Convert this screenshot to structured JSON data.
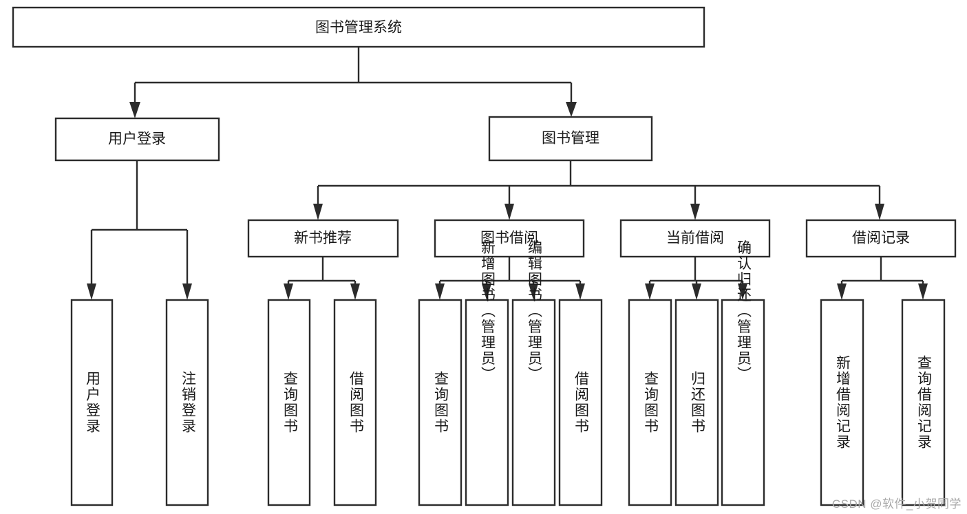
{
  "diagram": {
    "type": "tree-hierarchy",
    "orientation": "top-down",
    "root": {
      "label": "图书管理系统"
    },
    "level1": [
      {
        "label": "用户登录"
      },
      {
        "label": "图书管理"
      }
    ],
    "level2": [
      {
        "label": "新书推荐"
      },
      {
        "label": "图书借阅"
      },
      {
        "label": "当前借阅"
      },
      {
        "label": "借阅记录"
      }
    ],
    "leaves": {
      "user_login": [
        {
          "label": "用户登录"
        },
        {
          "label": "注销登录"
        }
      ],
      "new_book_recommend": [
        {
          "label": "查询图书"
        },
        {
          "label": "借阅图书"
        }
      ],
      "book_borrow": [
        {
          "label": "查询图书"
        },
        {
          "label": "新增图书（管理员）"
        },
        {
          "label": "编辑图书（管理员）"
        },
        {
          "label": "借阅图书"
        }
      ],
      "current_borrow": [
        {
          "label": "查询图书"
        },
        {
          "label": "归还图书"
        },
        {
          "label": "确认归还（管理员）"
        }
      ],
      "borrow_record": [
        {
          "label": "新增借阅记录"
        },
        {
          "label": "查询借阅记录"
        }
      ]
    }
  },
  "watermark": {
    "text": "CSDN @软件_小贺同学"
  },
  "colors": {
    "box_stroke": "#2b2b2b",
    "box_fill": "#ffffff",
    "text": "#1a1a1a",
    "background": "#ffffff",
    "watermark": "#a8a8a8"
  }
}
